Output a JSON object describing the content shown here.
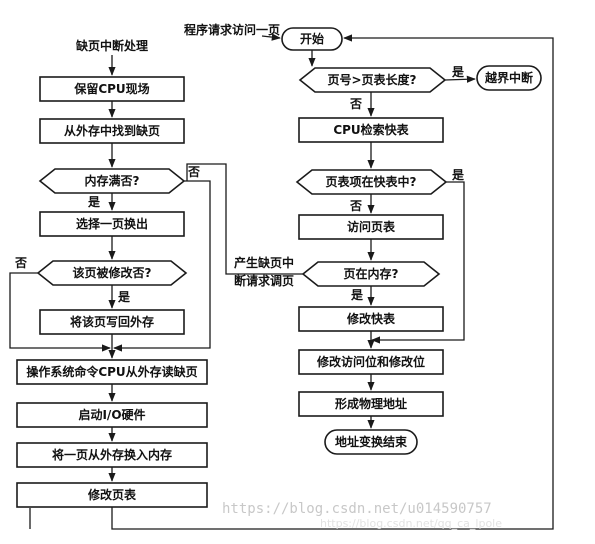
{
  "left": {
    "section_title": "缺页中断处理",
    "save_scene": "保留CPU现场",
    "find_page": "从外存中找到缺页",
    "memory_full": "内存满否?",
    "yes1": "是",
    "no1": "否",
    "select_replace": "选择一页换出",
    "modified": "该页被修改否?",
    "yes2": "是",
    "no2": "否",
    "write_back": "将该页写回外存",
    "os_command": "操作系统命令CPU从外存读缺页",
    "start_io": "启动I/O硬件",
    "swap_in": "将一页从外存换入内存",
    "modify_table": "修改页表"
  },
  "right": {
    "request": "程序请求访问一页",
    "start": "开始",
    "page_len": "页号>页表长度?",
    "yes_out": "是",
    "out_of_range": "越界中断",
    "no1": "否",
    "cpu_search": "CPU检索快表",
    "in_fast": "页表项在快表中?",
    "yes_fast": "是",
    "no2": "否",
    "visit_table": "访问页表",
    "in_memory": "页在内存?",
    "yes3": "是",
    "update_fast": "修改快表",
    "update_bits": "修改访问位和修改位",
    "phys_addr": "形成物理地址",
    "end": "地址变换结束"
  },
  "middle": {
    "page_fault_line1": "产生缺页中",
    "page_fault_line2": "断请求调页"
  },
  "watermark": {
    "url": "https://blog.csdn.net/u014590757",
    "faint": "https://blog.csdn.net/qq_ca_lpole"
  }
}
